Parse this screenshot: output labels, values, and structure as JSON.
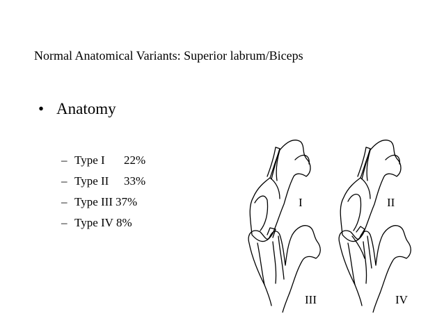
{
  "slide": {
    "title": "Normal Anatomical Variants:  Superior labrum/Biceps",
    "bullet": "Anatomy",
    "bullet_marker": "•",
    "sub_marker": "–",
    "types": [
      {
        "type": "Type I",
        "percent": "22%"
      },
      {
        "type": "Type II",
        "percent": "33%"
      },
      {
        "type": "Type III",
        "percent": "37%"
      },
      {
        "type": "Type IV",
        "percent": "8%"
      }
    ]
  },
  "figure": {
    "labels": [
      "I",
      "II",
      "III",
      "IV"
    ]
  }
}
